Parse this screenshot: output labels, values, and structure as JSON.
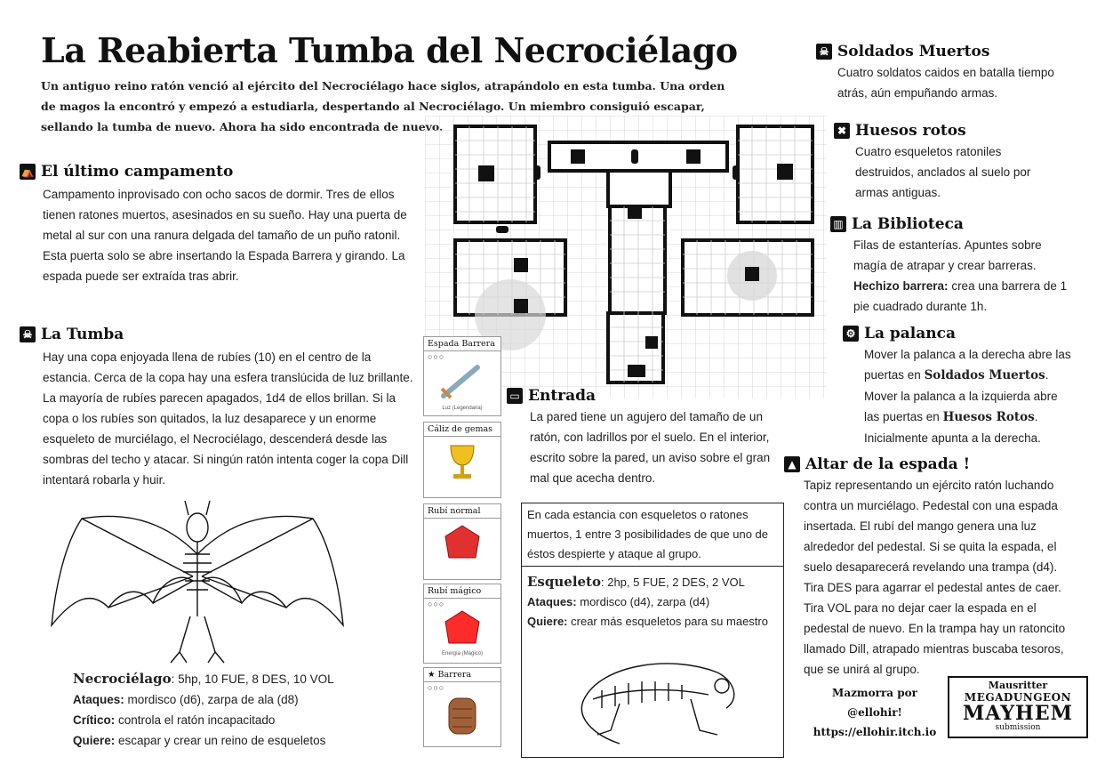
{
  "title": "La Reabierta Tumba del Necrociélago",
  "intro": "Un antiguo reino ratón venció al ejército del Necrociélago hace siglos, atrapándolo en esta tumba. Una orden de magos la encontró y empezó a estudiarla, despertando al Necrociélago. Un miembro consiguió escapar, sellando la tumba de nuevo. Ahora ha sido encontrada de nuevo.",
  "sections": {
    "campamento": {
      "title": "El último campamento",
      "text": "Campamento inprovisado con ocho sacos de dormir. Tres de ellos tienen ratones muertos, asesinados en su sueño. Hay una puerta de metal al sur con una ranura delgada del tamaño de un puño ratonil. Esta puerta solo se abre insertando la Espada Barrera y girando. La espada puede ser extraída tras abrir."
    },
    "tumba": {
      "title": "La Tumba",
      "text": "Hay una copa enjoyada llena de rubíes (10) en el centro de la estancia. Cerca de la copa hay una esfera translúcida de luz brillante. La mayoría de rubíes parecen apagados, 1d4 de ellos brillan. Si la copa o los rubíes son quitados, la luz desaparece y un enorme esqueleto de murciélago, el Necrociélago, descenderá desde las sombras del techo y atacar. Si ningún ratón intenta coger la copa Dill intentará robarla y huir."
    },
    "soldados": {
      "title": "Soldados Muertos",
      "text": "Cuatro soldatos caidos en batalla tiempo atrás, aún empuñando armas."
    },
    "huesos": {
      "title": "Huesos rotos",
      "text": "Cuatro esqueletos ratoniles destruidos, anclados al suelo por armas antiguas."
    },
    "biblioteca": {
      "title": "La Biblioteca",
      "text": "Filas de estanterías. Apuntes sobre magía de atrapar y crear barreras.",
      "spell_label": "Hechizo barrera:",
      "spell_text": "crea una barrera de 1 pie cuadrado durante 1h."
    },
    "palanca": {
      "title": "La palanca",
      "line1": "Mover la palanca a la derecha abre las puertas en",
      "ref1": "Soldados Muertos",
      "line2": ". Mover la palanca a la izquierda abre las puertas en",
      "ref2": "Huesos Rotos",
      "line3": ". Inicialmente apunta a la derecha."
    },
    "entrada": {
      "title": "Entrada",
      "text": "La pared tiene un agujero del tamaño de un ratón, con ladrillos por el suelo. En el interior, escrito sobre la pared, un aviso sobre el gran mal que acecha dentro."
    },
    "altar": {
      "title": "Altar de la espada",
      "mark": "!",
      "text": "Tapiz representando un ejército ratón luchando contra un murciélago. Pedestal con una espada insertada. El rubí del mango genera una luz alrededor del pedestal. Si se quita la espada, el suelo desaparecerá revelando una trampa (d4). Tira DES para agarrar el pedestal antes de caer. Tira VOL para no dejar caer la espada en el pedestal de nuevo. En la trampa hay un ratoncito llamado Dill, atrapado mientras buscaba tesoros, que se unirá al grupo."
    }
  },
  "esqueleto_box": {
    "note": "En cada estancia con esqueletos o ratones muertos, 1 entre 3 posibilidades de que uno de éstos despierte y ataque al grupo.",
    "name": "Esqueleto",
    "stats": ": 2hp, 5 FUE, 2 DES, 2 VOL",
    "attacks_label": "Ataques:",
    "attacks": "mordisco (d4), zarpa (d4)",
    "wants_label": "Quiere:",
    "wants": "crear más esqueletos para su maestro"
  },
  "necro": {
    "name": "Necrociélago",
    "stats": ": 5hp, 10 FUE, 8 DES, 10 VOL",
    "attacks_label": "Ataques:",
    "attacks": "mordisco (d6), zarpa de ala (d8)",
    "critical_label": "Crítico:",
    "critical": "controla el ratón incapacitado",
    "wants_label": "Quiere:",
    "wants": "escapar y crear un reino de esqueletos"
  },
  "cards": [
    {
      "title": "Espada Barrera",
      "pips": "○○○",
      "sub": "Luz (Legendaria)",
      "icon": "sword-icon"
    },
    {
      "title": "Cáliz de gemas",
      "pips": "",
      "sub": "",
      "icon": "chalice-icon"
    },
    {
      "title": "Rubí normal",
      "pips": "",
      "sub": "",
      "icon": "ruby-icon"
    },
    {
      "title": "Rubí mágico",
      "pips": "○○○",
      "sub": "Energía (Mágico)",
      "icon": "magic-ruby-icon"
    },
    {
      "title": "★ Barrera",
      "pips": "○○○",
      "sub": "",
      "icon": "barrier-icon"
    }
  ],
  "credits": {
    "line1": "Mazmorra por @ellohir!",
    "line2": "https://ellohir.itch.io"
  },
  "logo": {
    "top": "Mausritter",
    "middle": "MEGADUNGEON",
    "main": "MAYHEM",
    "bottom": "submission"
  },
  "colors": {
    "ink": "#111111",
    "map_fill": "#ffffff",
    "grid": "#cccccc",
    "highlight": "#d9d9d9"
  }
}
